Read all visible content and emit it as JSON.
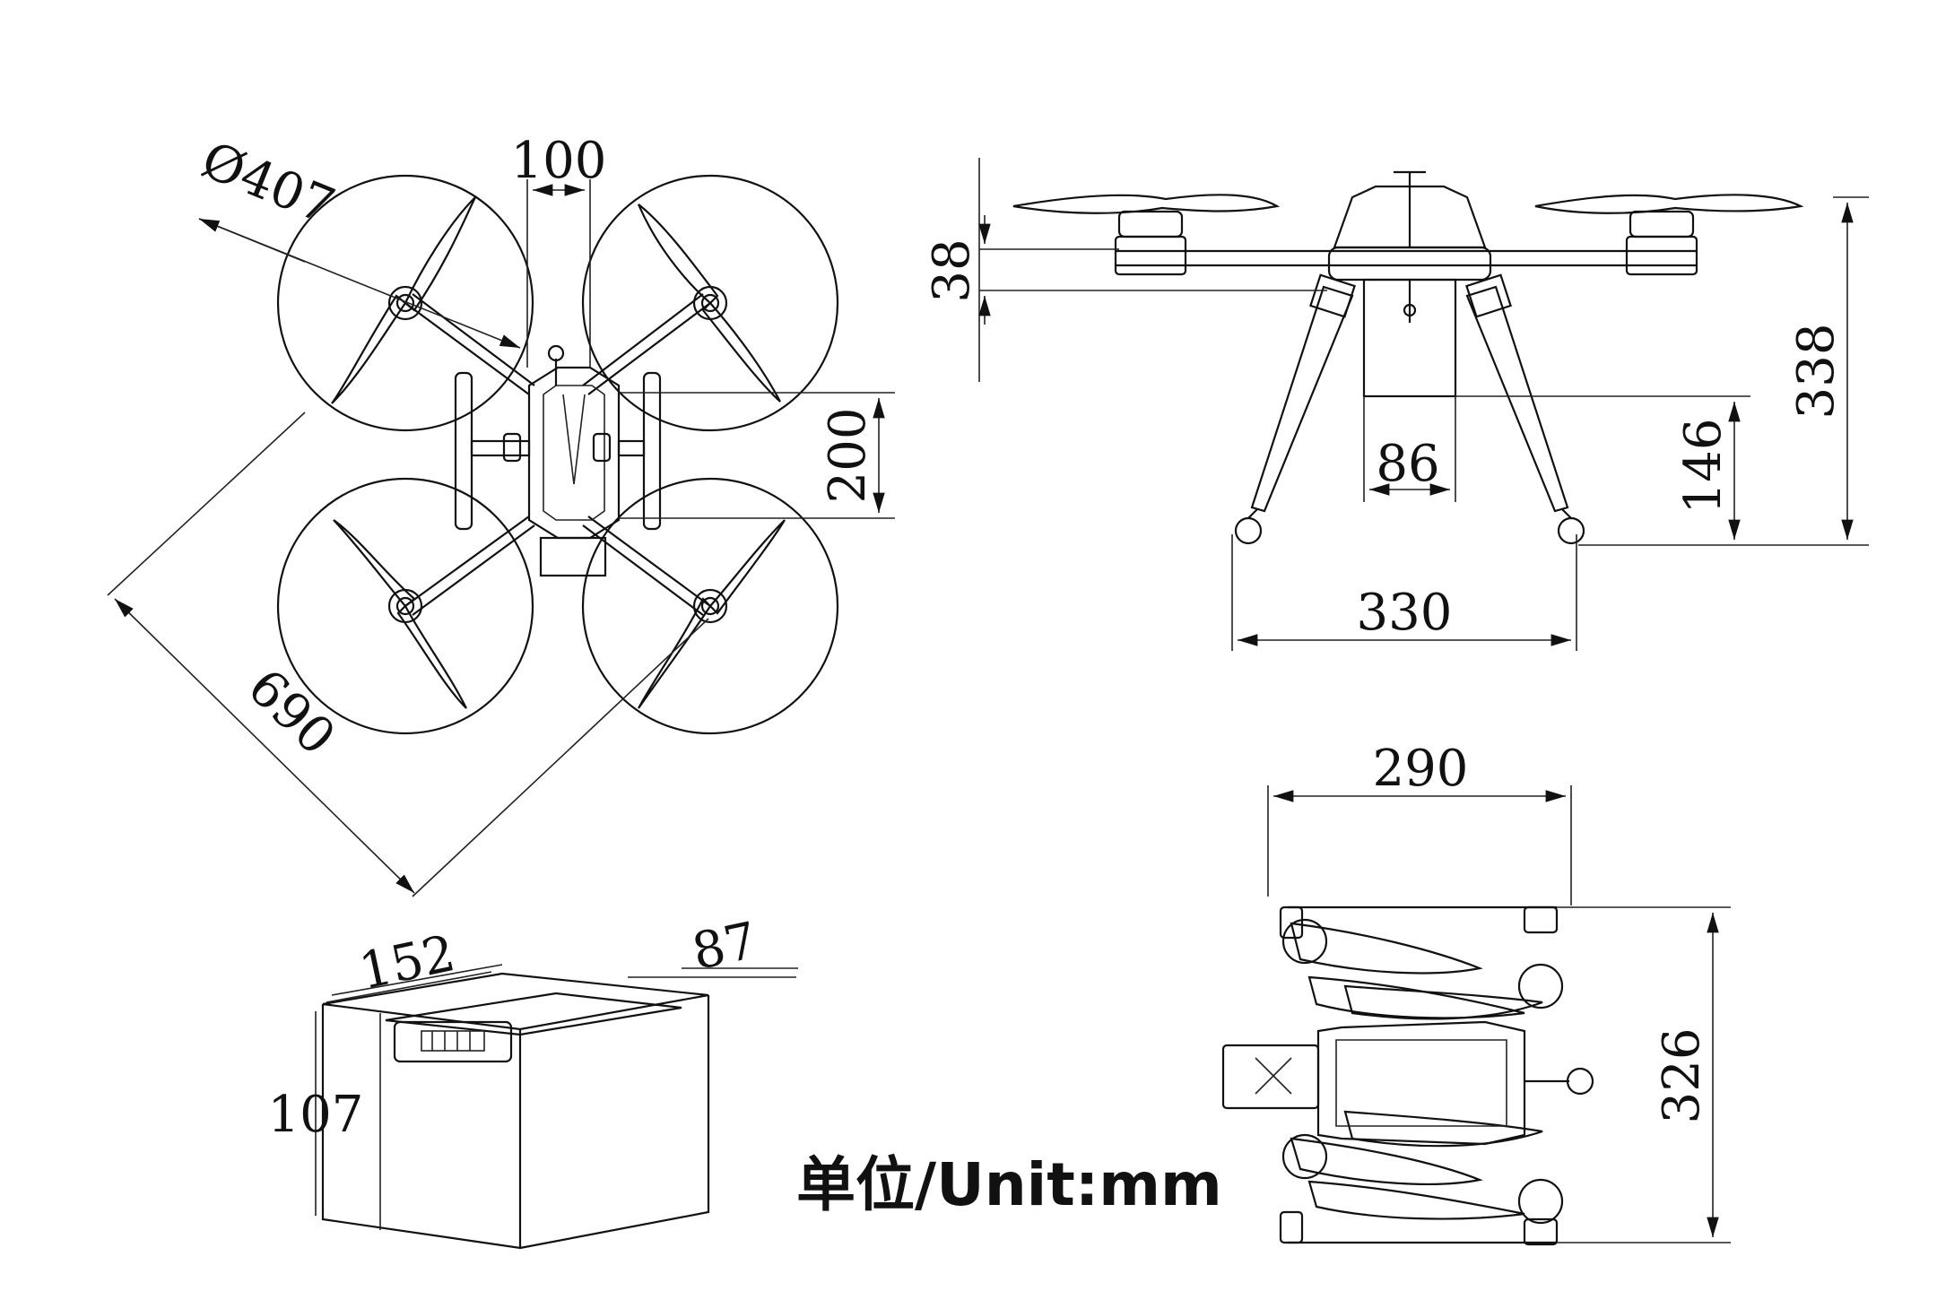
{
  "top_view": {
    "propeller_diameter": "Ø407",
    "hub_gap": "100",
    "body_length": "200",
    "diagonal_wheelbase": "690"
  },
  "front_view": {
    "arm_height": "38",
    "total_height": "338",
    "leg_height": "146",
    "payload_width": "86",
    "leg_span": "330"
  },
  "folded_view": {
    "width": "290",
    "length": "326"
  },
  "battery": {
    "length": "152",
    "width": "87",
    "height": "107"
  },
  "unit_label": "单位/Unit:mm"
}
